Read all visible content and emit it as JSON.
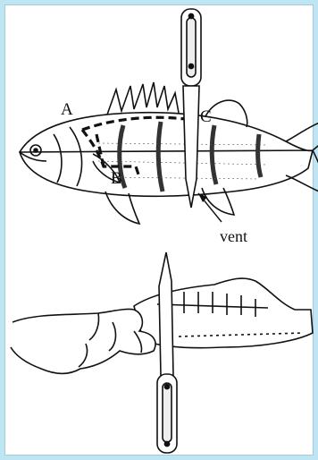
{
  "figure": {
    "labels": {
      "a": "A",
      "b": "B",
      "c": "C",
      "vent": "vent"
    }
  },
  "colors": {
    "frame_border": "#bfe4f2",
    "ink": "#111111",
    "paper": "#ffffff"
  }
}
